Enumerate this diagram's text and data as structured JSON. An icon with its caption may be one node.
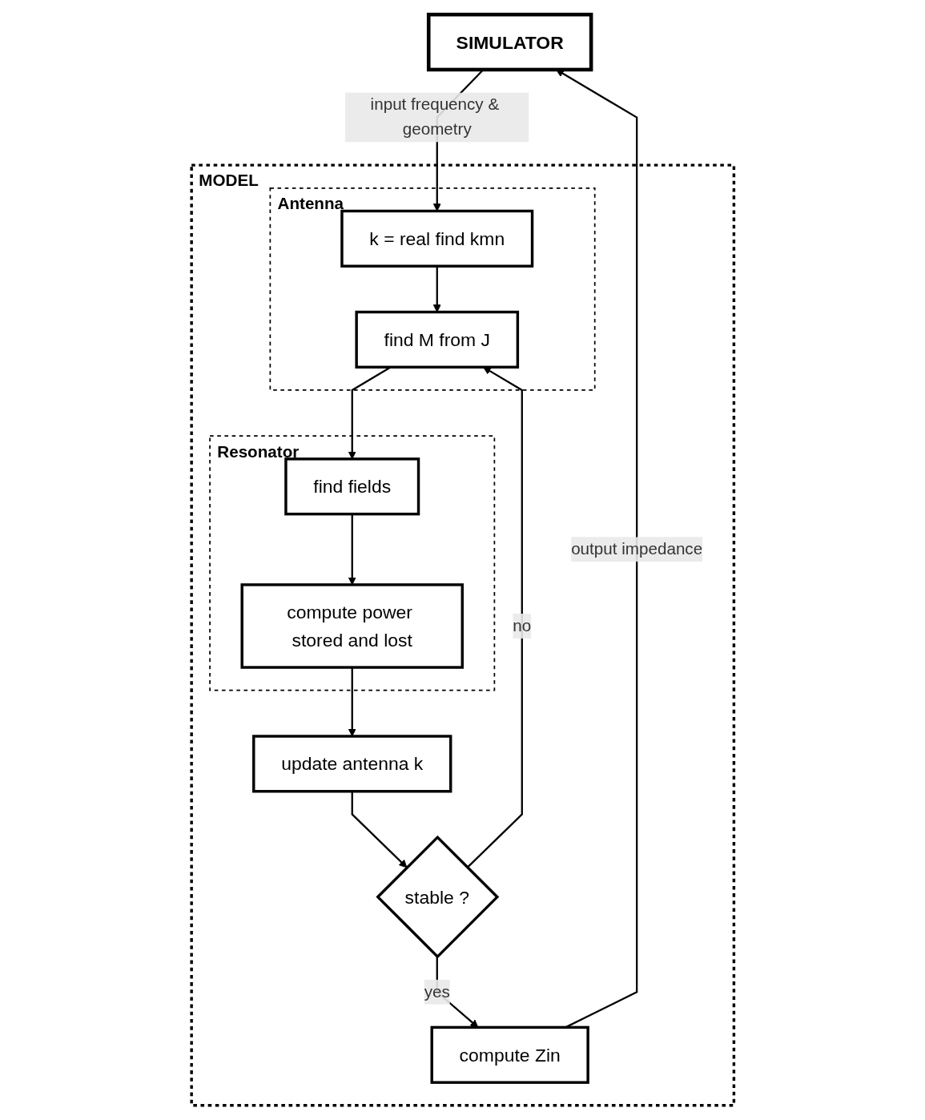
{
  "diagram": {
    "nodes": [
      {
        "text": [
          "SIMULATOR"
        ]
      },
      {
        "text": [
          "MODEL"
        ]
      },
      {
        "text": [
          "Antenna"
        ],
        "in": 1
      },
      {
        "text": [
          "k = real find kmn"
        ],
        "in": 2
      },
      {
        "text": [
          "find M from J"
        ],
        "in": 2
      },
      {
        "text": [
          "Resonator"
        ],
        "in": 1
      },
      {
        "text": [
          "find fields"
        ],
        "in": 5
      },
      {
        "text": [
          "compute power stored and lost"
        ],
        "in": 5
      },
      {
        "text": [
          "update antenna k"
        ],
        "in": 1
      },
      {
        "text": [
          "stable ?"
        ],
        "in": 1
      },
      {
        "text": [
          "compute Zin"
        ],
        "in": 1
      }
    ],
    "edges": [
      {
        "from": 0,
        "to": 3,
        "arrow": "to",
        "label": "input frequency & geometry"
      },
      {
        "from": 3,
        "to": 4,
        "arrow": "to"
      },
      {
        "from": 4,
        "to": 6,
        "arrow": "to"
      },
      {
        "from": 6,
        "to": 7,
        "arrow": "to"
      },
      {
        "from": 7,
        "to": 8,
        "arrow": "to"
      },
      {
        "from": 8,
        "to": 9,
        "arrow": "to"
      },
      {
        "from": 9,
        "to": 4,
        "arrow": "to",
        "label": "no"
      },
      {
        "from": 9,
        "to": 10,
        "arrow": "to",
        "label": "yes"
      },
      {
        "from": 10,
        "to": 0,
        "arrow": "to",
        "label": "output impedance"
      }
    ]
  }
}
